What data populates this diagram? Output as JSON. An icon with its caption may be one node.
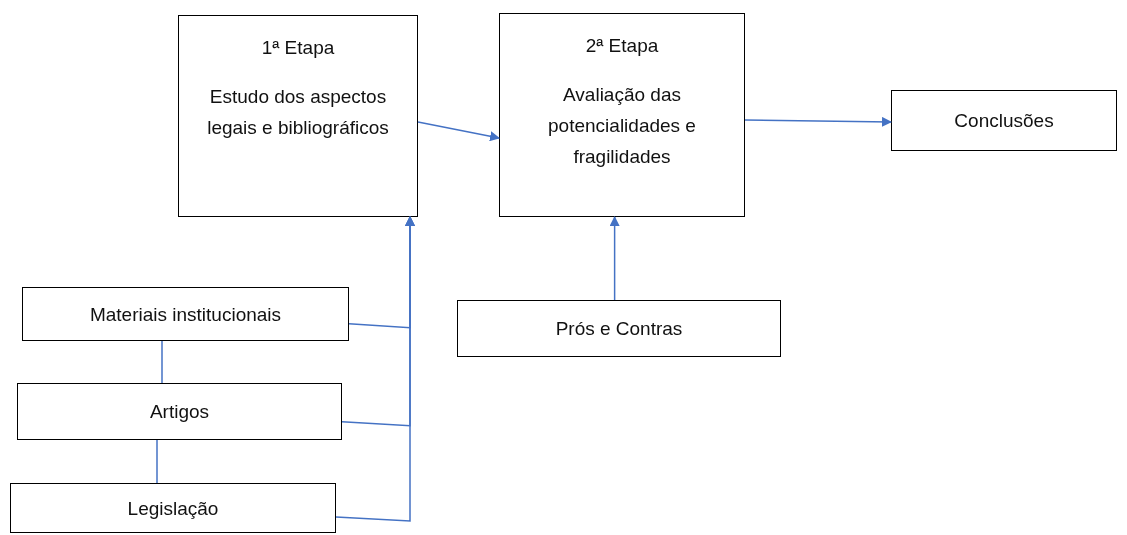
{
  "diagram": {
    "nodes": [
      {
        "text": [
          "1ª Etapa",
          "Estudo dos aspectos legais e bibliográficos"
        ]
      },
      {
        "text": [
          "2ª Etapa",
          "Avaliação das potencialidades e fragilidades"
        ]
      },
      {
        "text": [
          "Conclusões"
        ]
      },
      {
        "text": [
          "Materiais institucionais"
        ]
      },
      {
        "text": [
          "Artigos"
        ]
      },
      {
        "text": [
          "Legislação"
        ]
      },
      {
        "text": [
          "Prós e Contras"
        ]
      }
    ],
    "edges": [
      {
        "from": 0,
        "to": 1,
        "arrow": "to"
      },
      {
        "from": 1,
        "to": 2,
        "arrow": "to"
      },
      {
        "from": 6,
        "to": 1,
        "arrow": "to"
      },
      {
        "from": 3,
        "to": 0,
        "arrow": "to"
      },
      {
        "from": 4,
        "to": 0,
        "arrow": "to"
      },
      {
        "from": 5,
        "to": 0,
        "arrow": "to"
      },
      {
        "from": 3,
        "to": 4,
        "arrow": "none"
      },
      {
        "from": 4,
        "to": 5,
        "arrow": "none"
      }
    ]
  }
}
